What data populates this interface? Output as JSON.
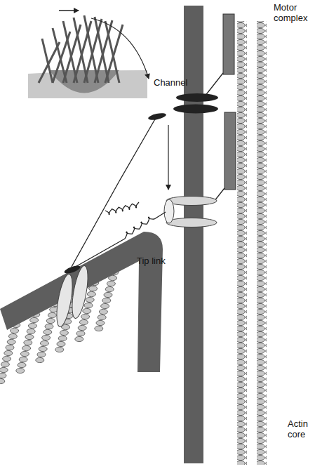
{
  "diagram": {
    "labels": [
      "Motor complex",
      "Channel",
      "Tip link",
      "Actin core"
    ]
  }
}
